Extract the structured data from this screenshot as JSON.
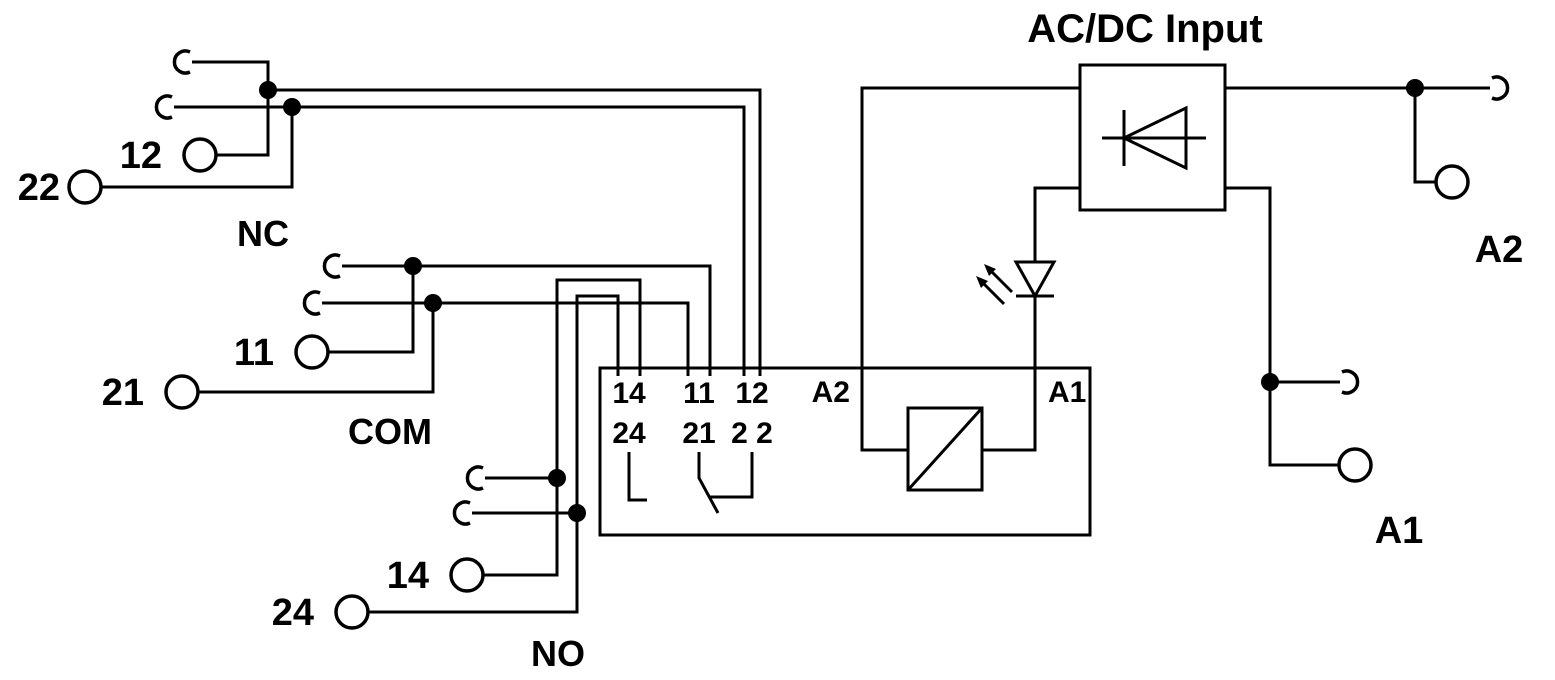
{
  "title": "AC/DC Input",
  "poles": {
    "nc_label": "NC",
    "com_label": "COM",
    "no_label": "NO"
  },
  "terminals": {
    "t12": "12",
    "t22": "22",
    "t11": "11",
    "t21": "21",
    "t14": "14",
    "t24": "24",
    "a2": "A2",
    "a1": "A1"
  },
  "relay": {
    "pin_row_top": {
      "c14": "14",
      "c11": "11",
      "c12": "12"
    },
    "pin_row_bottom": {
      "c24": "24",
      "c21": "21",
      "c22": "2 2"
    },
    "coil_a2": "A2",
    "coil_a1": "A1"
  },
  "colors": {
    "line": "#000000",
    "bg": "#ffffff"
  }
}
